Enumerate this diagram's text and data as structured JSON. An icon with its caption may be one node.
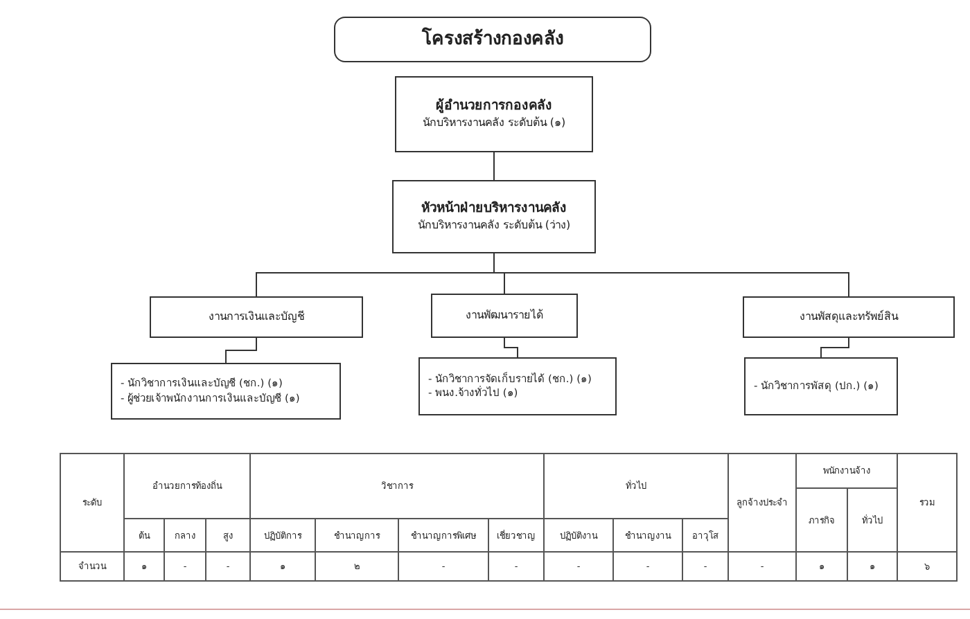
{
  "diagram": {
    "nodes": [
      {
        "text": [
          "โครงสร้างกองคลัง"
        ]
      },
      {
        "text": [
          "ผู้อำนวยการกองคลัง",
          "นักบริหารงานคลัง ระดับต้น (๑)"
        ]
      },
      {
        "text": [
          "หัวหน้าฝ่ายบริหารงานคลัง",
          "นักบริหารงานคลัง ระดับต้น (ว่าง)"
        ]
      },
      {
        "text": [
          "งานการเงินและบัญชี"
        ]
      },
      {
        "text": [
          "งานพัฒนารายได้"
        ]
      },
      {
        "text": [
          "งานพัสดุและทรัพย์สิน"
        ]
      },
      {
        "text": [
          "- นักวิชาการเงินและบัญชี (ชก.) (๑)",
          "- ผู้ช่วยเจ้าพนักงานการเงินและบัญชี (๑)"
        ]
      },
      {
        "text": [
          "- นักวิชาการจัดเก็บรายได้ (ชก.) (๑)",
          "- พนง.จ้างทั่วไป (๑)"
        ]
      },
      {
        "text": [
          "- นักวิชาการพัสดุ (ปก.) (๑)"
        ]
      }
    ],
    "edges": [
      {
        "from": 1,
        "to": 2,
        "arrow": "none"
      },
      {
        "from": 2,
        "to": 3,
        "arrow": "none"
      },
      {
        "from": 2,
        "to": 4,
        "arrow": "none"
      },
      {
        "from": 2,
        "to": 5,
        "arrow": "none"
      },
      {
        "from": 3,
        "to": 6,
        "arrow": "none"
      },
      {
        "from": 4,
        "to": 7,
        "arrow": "none"
      },
      {
        "from": 5,
        "to": 8,
        "arrow": "none"
      }
    ],
    "labels": [
      "ระดับ",
      "อำนวยการท้องถิ่น",
      "วิชาการ",
      "ทั่วไป",
      "ลูกจ้างประจำ",
      "พนักงานจ้าง",
      "รวม",
      "ต้น",
      "กลาง",
      "สูง",
      "ปฏิบัติการ",
      "ชำนาญการ",
      "ชำนาญการพิเศษ",
      "เชี่ยวชาญ",
      "ปฏิบัติงาน",
      "ชำนาญงาน",
      "อาวุโส",
      "ภารกิจ",
      "ทั่วไป",
      "จำนวน",
      "๑",
      "-",
      "-",
      "๑",
      "๒",
      "-",
      "-",
      "-",
      "-",
      "-",
      "-",
      "๑",
      "๑",
      "๖"
    ]
  }
}
